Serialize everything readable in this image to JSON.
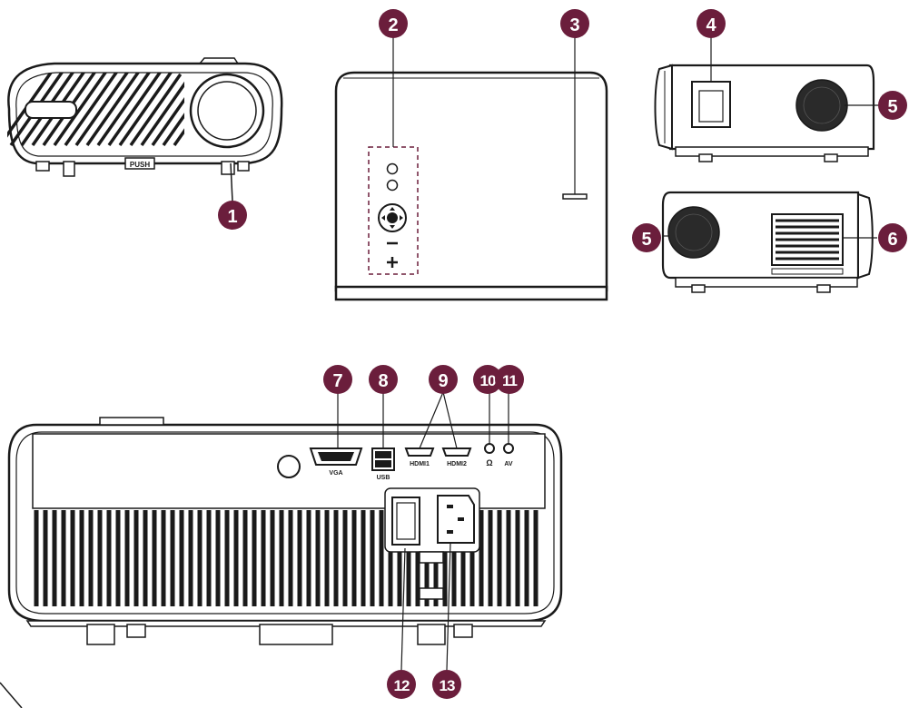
{
  "colors": {
    "badge": "#6b1e3c",
    "badge_text": "#ffffff",
    "line": "#1a1a1a",
    "panel": "#ffffff"
  },
  "labels": {
    "push": "PUSH",
    "vga": "VGA",
    "usb": "USB",
    "hdmi1": "HDMI1",
    "hdmi2": "HDMI2",
    "headphone": "Ω",
    "av": "AV"
  },
  "callouts": [
    {
      "id": "c1",
      "num": "1"
    },
    {
      "id": "c2",
      "num": "2"
    },
    {
      "id": "c3",
      "num": "3"
    },
    {
      "id": "c4",
      "num": "4"
    },
    {
      "id": "c5a",
      "num": "5"
    },
    {
      "id": "c5b",
      "num": "5"
    },
    {
      "id": "c6",
      "num": "6"
    },
    {
      "id": "c7",
      "num": "7"
    },
    {
      "id": "c8",
      "num": "8"
    },
    {
      "id": "c9",
      "num": "9"
    },
    {
      "id": "c10",
      "num": "10"
    },
    {
      "id": "c11",
      "num": "11"
    },
    {
      "id": "c12",
      "num": "12"
    },
    {
      "id": "c13",
      "num": "13"
    }
  ]
}
